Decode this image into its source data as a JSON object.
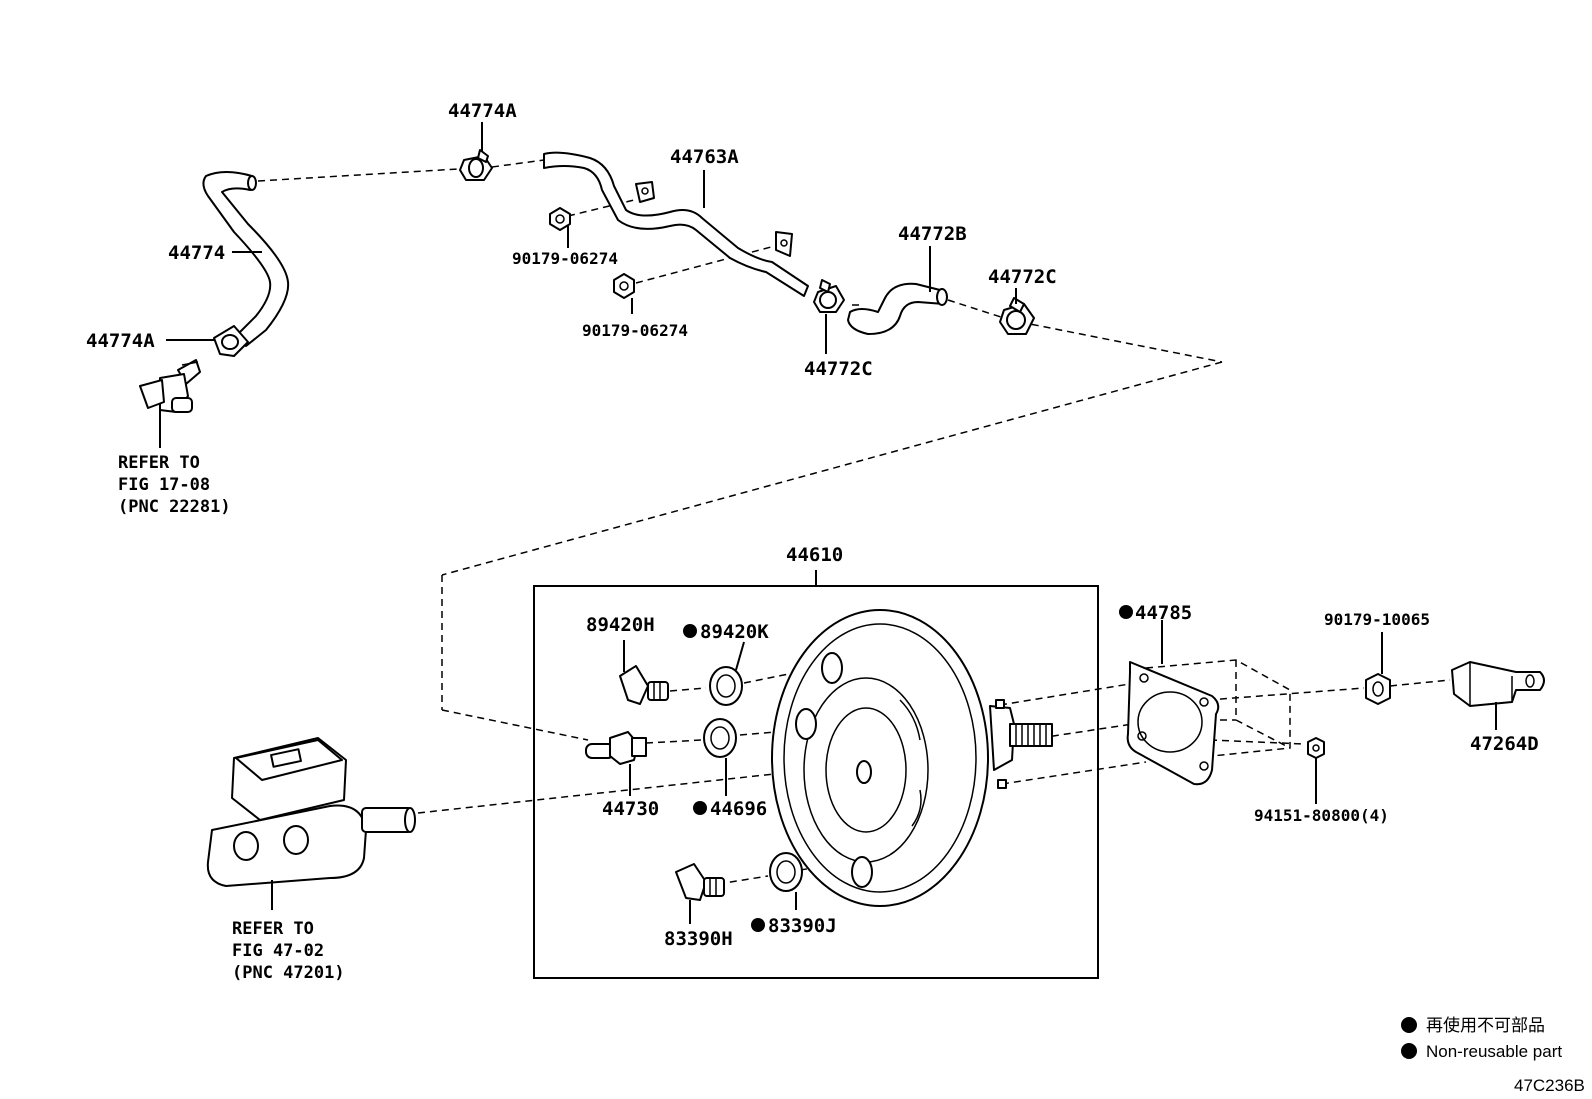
{
  "parts": {
    "p44774A_top": "44774A",
    "p44774": "44774",
    "p44774A_left": "44774A",
    "p44763A": "44763A",
    "p90179_06274_a": "90179-06274",
    "p90179_06274_b": "90179-06274",
    "p44772B": "44772B",
    "p44772C_right": "44772C",
    "p44772C_mid": "44772C",
    "p44610": "44610",
    "p89420H": "89420H",
    "p89420K": "89420K",
    "p44785": "44785",
    "p90179_10065": "90179-10065",
    "p47264D": "47264D",
    "p44730": "44730",
    "p44696": "44696",
    "p94151": "94151-80800(4)",
    "p83390H": "83390H",
    "p83390J": "83390J"
  },
  "notes": {
    "refer1": [
      "REFER TO",
      "FIG 17-08",
      "(PNC 22281)"
    ],
    "refer2": [
      "REFER TO",
      "FIG 47-02",
      "(PNC 47201)"
    ]
  },
  "legend": {
    "jp": "再使用不可部品",
    "en": "Non-reusable part"
  },
  "figure_code": "47C236B"
}
